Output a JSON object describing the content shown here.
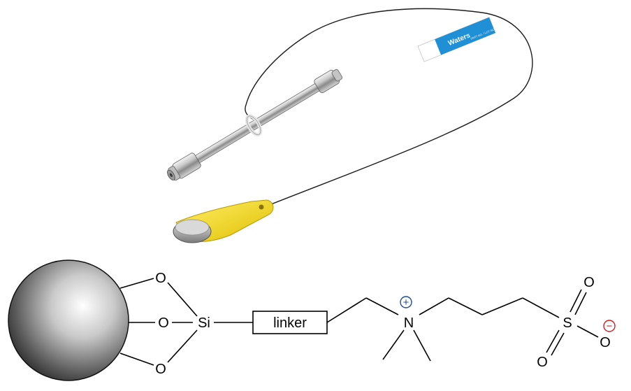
{
  "product": {
    "label_brand": "Waters",
    "label_fine_print": "PART NO. / LOT NO.",
    "tag_color": "#f5d90f",
    "label_color": "#1f8fd6"
  },
  "structure": {
    "atoms": {
      "o_top": "O",
      "o_mid": "O",
      "o_bottom": "O",
      "si": "Si",
      "n": "N",
      "s": "S",
      "o_s_top": "O",
      "o_s_bottom": "O",
      "o_s_right": "O"
    },
    "linker_label": "linker",
    "charges": {
      "positive": "+",
      "negative": "−"
    },
    "positive_color": "#1f4e9e",
    "negative_color": "#d11f1f"
  }
}
